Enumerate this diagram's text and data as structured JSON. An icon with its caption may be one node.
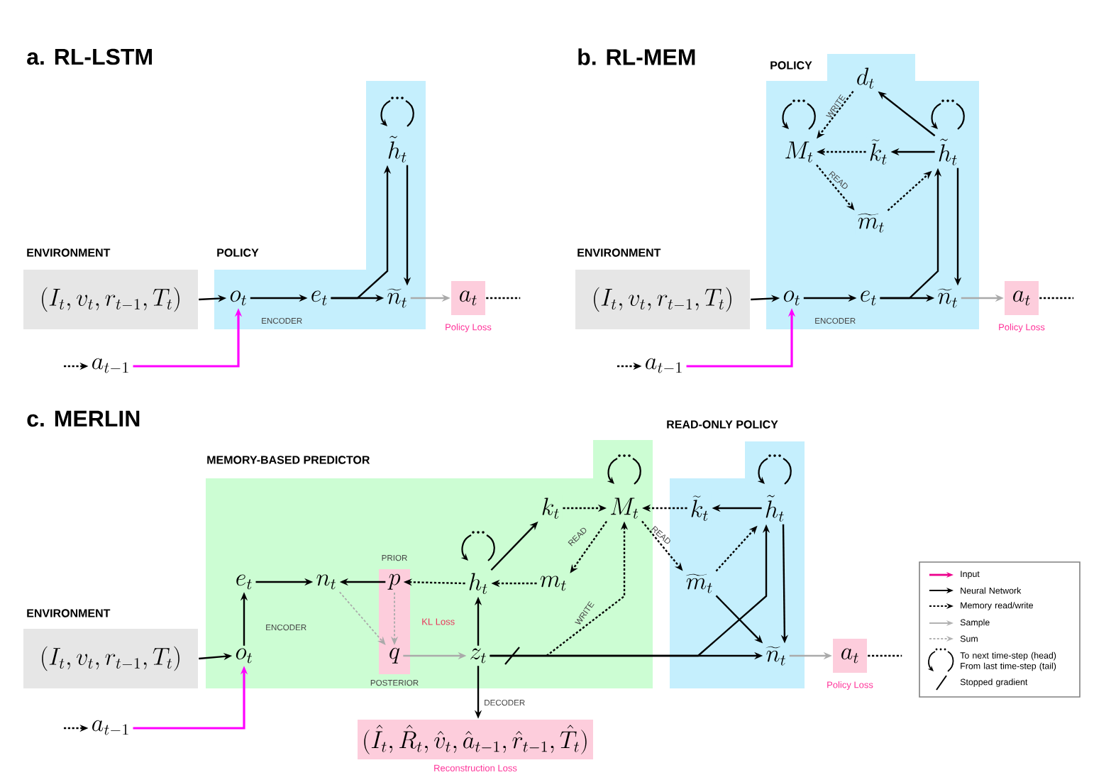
{
  "diagram": {
    "nodes": [
      {
        "text": [
          "ENVIRONMENT",
          "(I_t, v_t, r_{t-1}, T_t)"
        ]
      },
      {
        "text": [
          "POLICY"
        ]
      },
      {
        "text": [
          "o_t"
        ],
        "in": 1
      },
      {
        "text": [
          "e_t"
        ],
        "in": 1
      },
      {
        "text": [
          "\\widetilde{n}_t"
        ],
        "in": 1
      },
      {
        "text": [
          "\\tilde{h}_t"
        ],
        "in": 1
      },
      {
        "text": [
          "a_t"
        ],
        "beside": [
          "Policy Loss"
        ]
      },
      {
        "text": [
          "a_{t-1}"
        ]
      },
      {
        "text": [
          "ENVIRONMENT",
          "(I_t, v_t, r_{t-1}, T_t)"
        ]
      },
      {
        "text": [
          "POLICY"
        ]
      },
      {
        "text": [
          "d_t"
        ],
        "in": 9
      },
      {
        "text": [
          "M_t"
        ],
        "in": 9
      },
      {
        "text": [
          "\\widetilde{k}_t"
        ],
        "in": 9
      },
      {
        "text": [
          "\\tilde{h}_t"
        ],
        "in": 9
      },
      {
        "text": [
          "\\widetilde{m}_t"
        ],
        "in": 9
      },
      {
        "text": [
          "o_t"
        ],
        "in": 9
      },
      {
        "text": [
          "e_t"
        ],
        "in": 9
      },
      {
        "text": [
          "\\widetilde{n}_t"
        ],
        "in": 9
      },
      {
        "text": [
          "a_t"
        ],
        "beside": [
          "Policy Loss"
        ]
      },
      {
        "text": [
          "a_{t-1}"
        ]
      },
      {
        "text": [
          "ENVIRONMENT",
          "(I_t, v_t, r_{t-1}, T_t)"
        ]
      },
      {
        "text": [
          "MEMORY-BASED PREDICTOR"
        ]
      },
      {
        "text": [
          "o_t"
        ],
        "in": 21
      },
      {
        "text": [
          "e_t"
        ],
        "in": 21
      },
      {
        "text": [
          "n_t"
        ],
        "in": 21
      },
      {
        "text": [],
        "shape": "bar",
        "in": 21,
        "beside": [
          "KL Loss"
        ]
      },
      {
        "text": [
          "p"
        ],
        "in": 25,
        "beside": [
          "PRIOR"
        ]
      },
      {
        "text": [
          "q"
        ],
        "in": 25,
        "beside": [
          "POSTERIOR"
        ]
      },
      {
        "text": [
          "h_t"
        ],
        "in": 21
      },
      {
        "text": [
          "m_t"
        ],
        "in": 21
      },
      {
        "text": [
          "k_t"
        ],
        "in": 21
      },
      {
        "text": [
          "M_t"
        ],
        "in": 21
      },
      {
        "text": [
          "z_t"
        ],
        "in": 21
      },
      {
        "text": [
          "READ-ONLY POLICY"
        ]
      },
      {
        "text": [
          "\\widetilde{k}_t"
        ],
        "in": 33
      },
      {
        "text": [
          "\\tilde{h}_t"
        ],
        "in": 33
      },
      {
        "text": [
          "\\widetilde{m}_t"
        ],
        "in": 33
      },
      {
        "text": [
          "\\widetilde{n}_t"
        ],
        "in": 33
      },
      {
        "text": [
          "a_t"
        ],
        "beside": [
          "Policy Loss"
        ]
      },
      {
        "text": [
          "a_{t-1}"
        ]
      },
      {
        "text": [
          "(\\hat{I}_t, \\hat{R}_t, \\hat{v}_t, \\hat{a}_{t-1}, \\hat{r}_{t-1}, \\hat{T}_t)"
        ],
        "beside": [
          "Reconstruction Loss"
        ]
      }
    ],
    "edges": [
      {
        "from": 0,
        "to": 2,
        "arrow": "to"
      },
      {
        "from": 2,
        "to": 3,
        "arrow": "to",
        "label": "ENCODER"
      },
      {
        "from": 3,
        "to": 4,
        "arrow": "to"
      },
      {
        "from": 3,
        "to": 5,
        "arrow": "to"
      },
      {
        "from": 5,
        "to": 4,
        "arrow": "to"
      },
      {
        "from": 4,
        "to": 6,
        "arrow": "to",
        "color": "#aaaaaa"
      },
      {
        "from": 7,
        "to": 2,
        "arrow": "to",
        "color": "#ff00ff"
      },
      {
        "from": 6,
        "to": null,
        "arrow": "none",
        "style": "dashed"
      },
      {
        "from": null,
        "to": 7,
        "arrow": "to",
        "style": "dashed"
      },
      {
        "from": 8,
        "to": 15,
        "arrow": "to"
      },
      {
        "from": 15,
        "to": 16,
        "arrow": "to",
        "label": "ENCODER"
      },
      {
        "from": 16,
        "to": 17,
        "arrow": "to"
      },
      {
        "from": 16,
        "to": 13,
        "arrow": "to"
      },
      {
        "from": 13,
        "to": 17,
        "arrow": "to"
      },
      {
        "from": 17,
        "to": 18,
        "arrow": "to",
        "color": "#aaaaaa"
      },
      {
        "from": 19,
        "to": 15,
        "arrow": "to",
        "color": "#ff00ff"
      },
      {
        "from": 18,
        "to": null,
        "arrow": "none",
        "style": "dashed"
      },
      {
        "from": null,
        "to": 19,
        "arrow": "to",
        "style": "dashed"
      },
      {
        "from": 13,
        "to": 10,
        "arrow": "to"
      },
      {
        "from": 10,
        "to": 11,
        "arrow": "to",
        "style": "dashed",
        "label": "WRITE"
      },
      {
        "from": 13,
        "to": 12,
        "arrow": "to"
      },
      {
        "from": 12,
        "to": 11,
        "arrow": "to",
        "style": "dashed"
      },
      {
        "from": 11,
        "to": 14,
        "arrow": "to",
        "style": "dashed",
        "label": "READ"
      },
      {
        "from": 14,
        "to": 13,
        "arrow": "to",
        "style": "dashed"
      },
      {
        "from": 20,
        "to": 22,
        "arrow": "to"
      },
      {
        "from": 39,
        "to": 22,
        "arrow": "to",
        "color": "#ff00ff"
      },
      {
        "from": 22,
        "to": 23,
        "arrow": "to",
        "label": "ENCODER"
      },
      {
        "from": 23,
        "to": 24,
        "arrow": "to"
      },
      {
        "from": 26,
        "to": 24,
        "arrow": "to"
      },
      {
        "from": 28,
        "to": 26,
        "arrow": "to",
        "style": "dashed"
      },
      {
        "from": 24,
        "to": 27,
        "arrow": "to",
        "style": "dashed",
        "color": "#aaaaaa"
      },
      {
        "from": 26,
        "to": 27,
        "arrow": "to",
        "style": "dashed",
        "color": "#aaaaaa"
      },
      {
        "from": 27,
        "to": 32,
        "arrow": "to",
        "color": "#aaaaaa"
      },
      {
        "from": 32,
        "to": 28,
        "arrow": "to"
      },
      {
        "from": 29,
        "to": 28,
        "arrow": "to",
        "style": "dashed"
      },
      {
        "from": 28,
        "to": 30,
        "arrow": "to"
      },
      {
        "from": 30,
        "to": 31,
        "arrow": "to",
        "style": "dashed"
      },
      {
        "from": 31,
        "to": 29,
        "arrow": "to",
        "style": "dashed",
        "label": "READ"
      },
      {
        "from": 32,
        "to": 31,
        "arrow": "to",
        "style": "dashed",
        "label": "WRITE"
      },
      {
        "from": 34,
        "to": 31,
        "arrow": "to",
        "style": "dashed"
      },
      {
        "from": 35,
        "to": 34,
        "arrow": "to"
      },
      {
        "from": 31,
        "to": 36,
        "arrow": "to",
        "style": "dashed",
        "label": "READ"
      },
      {
        "from": 36,
        "to": 35,
        "arrow": "to",
        "style": "dashed"
      },
      {
        "from": 36,
        "to": 37,
        "arrow": "to"
      },
      {
        "from": 32,
        "to": 37,
        "arrow": "to"
      },
      {
        "from": 32,
        "to": 35,
        "arrow": "to"
      },
      {
        "from": 35,
        "to": 37,
        "arrow": "to"
      },
      {
        "from": 37,
        "to": 38,
        "arrow": "to",
        "color": "#aaaaaa"
      },
      {
        "from": 38,
        "to": null,
        "arrow": "none",
        "style": "dashed"
      },
      {
        "from": null,
        "to": 39,
        "arrow": "to",
        "style": "dashed"
      },
      {
        "from": 32,
        "to": 40,
        "arrow": "to",
        "label": "DECODER"
      }
    ],
    "labels": [
      "a. RL-LSTM",
      "b. RL-MEM",
      "c. MERLIN"
    ],
    "legend": [
      {
        "text": "Input"
      },
      {
        "text": "Neural Network"
      },
      {
        "text": "Memory read/write"
      },
      {
        "text": "Sample"
      },
      {
        "text": "Sum"
      },
      {
        "text": "To next time-step (head) From last time-step (tail)"
      },
      {
        "text": "Stopped gradient"
      }
    ]
  }
}
